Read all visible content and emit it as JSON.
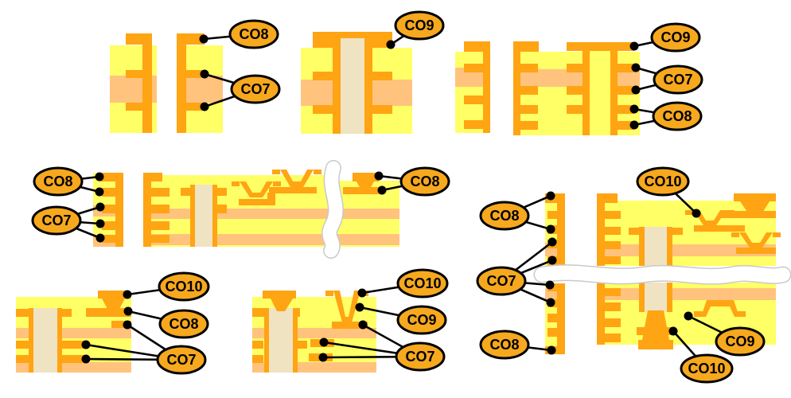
{
  "colors": {
    "copper": "#FFA413",
    "yellow": "#FFFF66",
    "core": "#FFC37E",
    "via_fill": "#EFE3C2",
    "callout_fill": "#F6A81E",
    "outline": "#000000",
    "tear_edge": "#C9C9C9"
  },
  "diagrams": [
    {
      "name": "plated-through-hole-cross-section",
      "callouts": [
        "CO8",
        "CO7"
      ]
    },
    {
      "name": "filled-through-via-cross-section",
      "callouts": [
        "CO9"
      ]
    },
    {
      "name": "stacked-via-cross-section",
      "callouts": [
        "CO9",
        "CO7",
        "CO8"
      ]
    },
    {
      "name": "multilayer-board-cross-section",
      "callouts": [
        "CO8",
        "CO7",
        "CO8"
      ]
    },
    {
      "name": "buildup-microvia-cross-section-left",
      "callouts": [
        "CO10",
        "CO8",
        "CO7"
      ]
    },
    {
      "name": "buildup-microvia-cross-section-middle",
      "callouts": [
        "CO10",
        "CO9",
        "CO7"
      ]
    },
    {
      "name": "double-sided-buildup-cross-section",
      "callouts": [
        "CO10",
        "CO8",
        "CO7",
        "CO8",
        "CO9",
        "CO10"
      ]
    }
  ]
}
